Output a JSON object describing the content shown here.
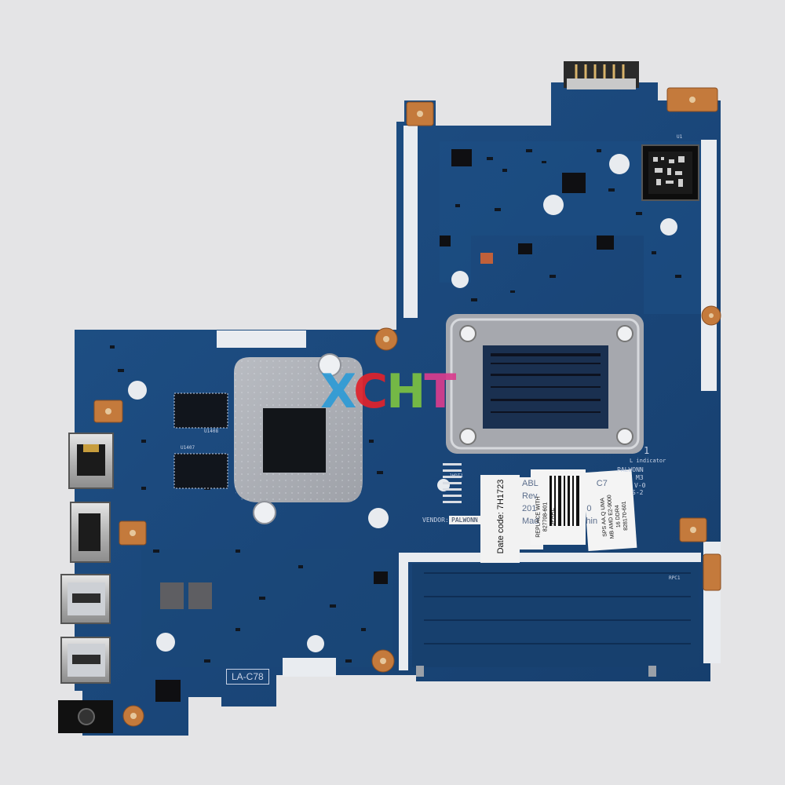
{
  "watermark": {
    "text": "XCHT"
  },
  "board": {
    "model_label": "LA-C78",
    "silk_number": "1",
    "indicator_label": "L indicator",
    "vendor_prefix": "VENDOR:",
    "vendor_name": "PALWONN",
    "vendor_block": "PALWONN",
    "vendor_sub_1": "M3",
    "vendor_sub_2": "V-0",
    "vendor_sub_3": "S-2",
    "chip_u1408": "U1408",
    "chip_u1407": "U1407",
    "ref_jhdt1": "JHDT1",
    "ref_rpc1": "RPC1",
    "ref_u1": "U1"
  },
  "stickers": {
    "date_code": "Date code: 7H1723",
    "serial_label_fragments": [
      "ABL",
      "C7",
      "Rev",
      "201",
      "0",
      "Mad",
      "hin"
    ],
    "spare_lines": [
      "REPLACE WITH",
      "827708-601",
      "SPARE"
    ],
    "part_lines": [
      "SPS AA.Q UMA",
      "MB AMD E2-9000",
      "16 DDR4",
      "828170-601"
    ]
  },
  "colors": {
    "background": "#e4e4e6",
    "pcb": "#1b4a7e",
    "pcb_dark": "#153b66",
    "shield": "#a9acb3",
    "copper": "#c47a3c",
    "watermark_x": "#2e9bd6",
    "watermark_c": "#e0232c",
    "watermark_h": "#7cc242",
    "watermark_t": "#d83d8e"
  }
}
